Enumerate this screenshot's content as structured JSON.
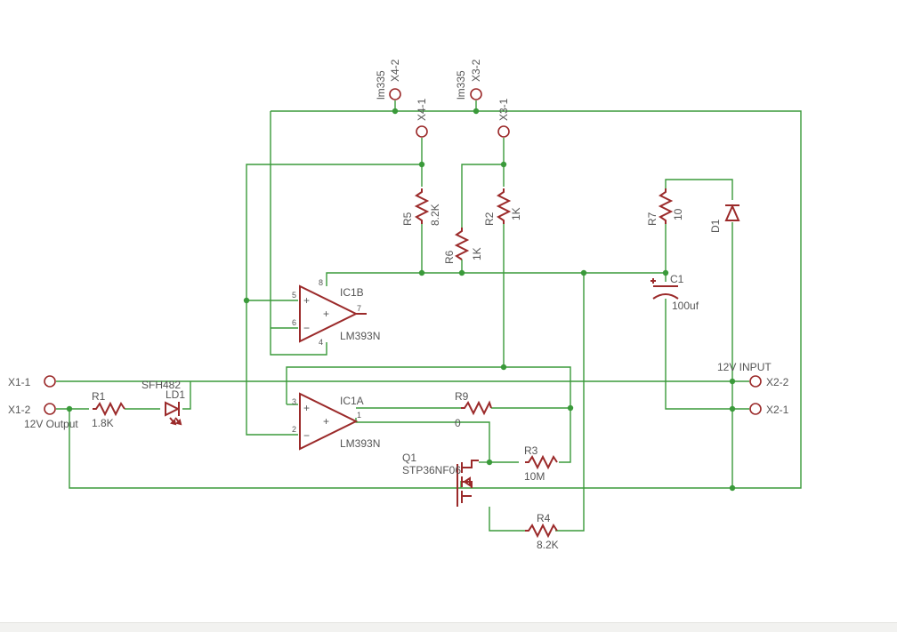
{
  "colors": {
    "wire": "#3a9a3a",
    "component": "#9b2a2a",
    "text": "#555555",
    "background": "#ffffff"
  },
  "schematic": {
    "connectors": {
      "x4_2": "X4-2",
      "x4_1": "X4-1",
      "x3_2": "X3-2",
      "x3_1": "X3-1",
      "lm335_a": "lm335",
      "lm335_b": "lm335",
      "x1_1": "X1-1",
      "x1_2": "X1-2",
      "x2_2": "X2-2",
      "x2_1": "X2-1",
      "output_label": "12V Output",
      "input_label": "12V INPUT"
    },
    "resistors": {
      "r5": {
        "name": "R5",
        "value": "8.2K"
      },
      "r2": {
        "name": "R2",
        "value": "1K"
      },
      "r6": {
        "name": "R6",
        "value": "1K"
      },
      "r7": {
        "name": "R7",
        "value": "10"
      },
      "r1": {
        "name": "R1",
        "value": "1.8K"
      },
      "r9": {
        "name": "R9",
        "value": "0"
      },
      "r3": {
        "name": "R3",
        "value": "10M"
      },
      "r4": {
        "name": "R4",
        "value": "8.2K"
      }
    },
    "capacitor": {
      "name": "C1",
      "value": "100uf"
    },
    "diode": {
      "name": "D1"
    },
    "led": {
      "name": "LD1",
      "part": "SFH482"
    },
    "ic1b": {
      "name": "IC1B",
      "part": "LM393N",
      "pin_plus": "5",
      "pin_minus": "6",
      "pin_out": "7",
      "pin_vcc": "8",
      "pin_gnd": "4",
      "plus_sign": "+",
      "minus_sign": "−"
    },
    "ic1a": {
      "name": "IC1A",
      "part": "LM393N",
      "pin_plus": "3",
      "pin_minus": "2",
      "pin_out": "1",
      "plus_sign": "+",
      "minus_sign": "−"
    },
    "mosfet": {
      "name": "Q1",
      "part": "STP36NF06"
    }
  }
}
